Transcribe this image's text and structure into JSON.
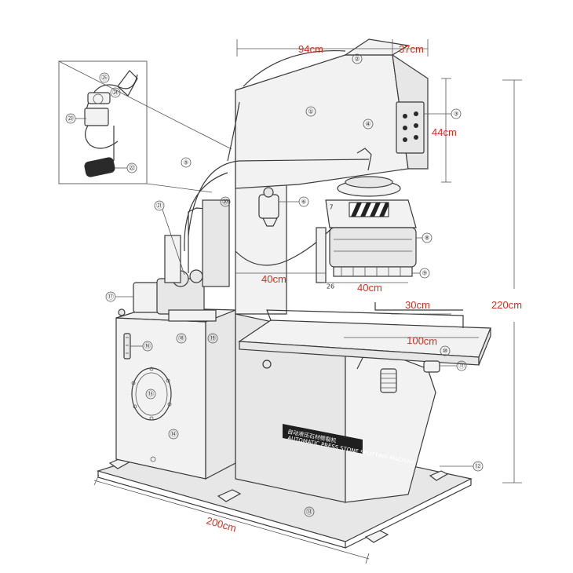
{
  "dimensions": {
    "top_width": "94cm",
    "top_depth": "37cm",
    "head_height": "44cm",
    "total_height": "220cm",
    "table_width": "30cm",
    "table_length": "100cm",
    "feed_left": "40cm",
    "feed_right": "40cm",
    "base_length": "200cm"
  },
  "callouts": [
    "①",
    "②",
    "③",
    "④",
    "⑤",
    "⑥",
    "7",
    "⑧",
    "⑨",
    "⑩",
    "⑪",
    "⑫",
    "⑬",
    "⑭",
    "⑮",
    "⑯",
    "⑰",
    "⑱",
    "⑲",
    "⑳",
    "㉑",
    "㉒",
    "㉓",
    "㉔",
    "㉕",
    "26"
  ],
  "nameplate": {
    "cn": "自动液压石材劈裂机",
    "en": "AUTOMATIC PRESS STONE SPLITTING MACHINE"
  },
  "colors": {
    "dimension": "#d62e1e",
    "line": "#3a3a3a"
  }
}
